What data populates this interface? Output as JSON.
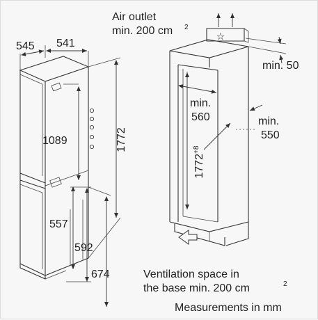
{
  "labels": {
    "air_outlet_line1": "Air outlet",
    "air_outlet_line2": "min. 200 cm",
    "air_outlet_sup": "2",
    "dim_545": "545",
    "dim_541": "541",
    "dim_1089": "1089",
    "dim_1772": "1772",
    "dim_557": "557",
    "dim_592": "592",
    "dim_674": "674",
    "min_50": "min. 50",
    "min_560_a": "min.",
    "min_560_b": "560",
    "min_550_a": "min.",
    "min_550_b": "550",
    "niche_height": "1772",
    "niche_height_sup": "+8",
    "ventilation_line1": "Ventilation space in",
    "ventilation_line2": "the base min. 200 cm",
    "ventilation_sup": "2",
    "measurements": "Measurements in mm"
  }
}
